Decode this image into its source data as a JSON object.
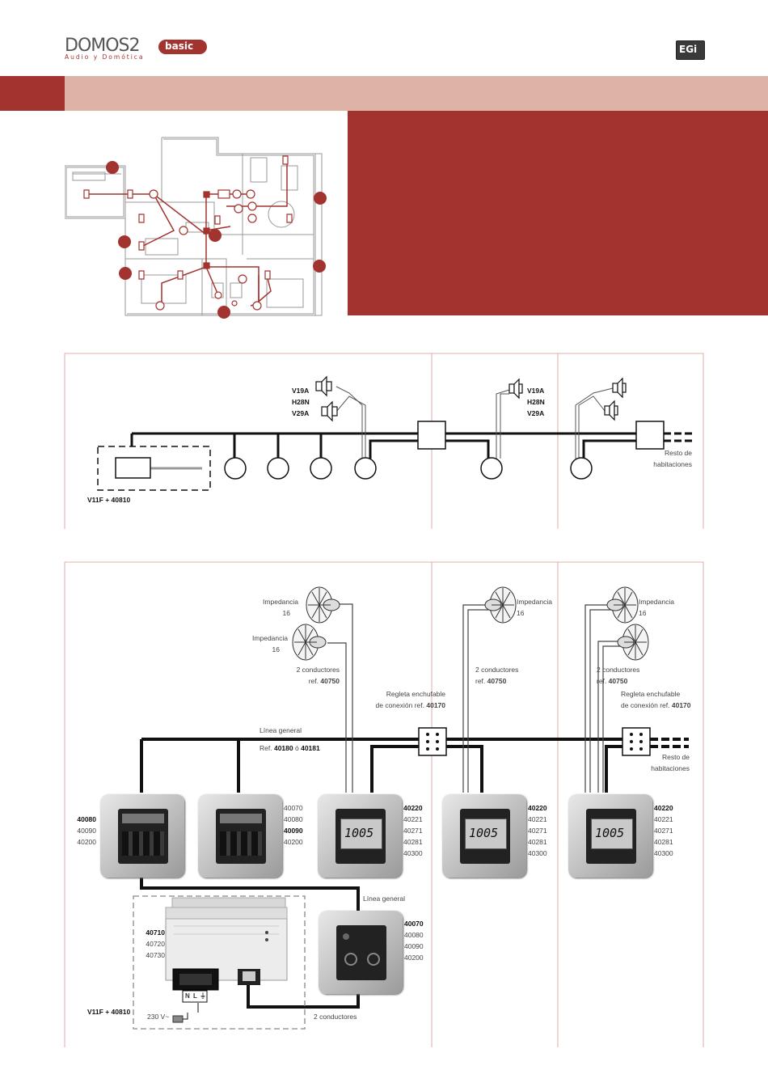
{
  "header": {
    "brand": "DOMOS2",
    "edition": "basic",
    "tagline": "Audio y Domótica",
    "logo_right": "EGi",
    "brand_color": "#a2332f",
    "band_color": "#dcb3a6"
  },
  "diagram1": {
    "speaker_refs_left": [
      "V19A",
      "H28N",
      "V29A"
    ],
    "speaker_refs_right": [
      "V19A",
      "H28N",
      "V29A"
    ],
    "resto": [
      "Resto de",
      "habitaciones"
    ],
    "source_ref": "V11F + 40810"
  },
  "diagram2": {
    "impedance_labels": [
      {
        "id": "imp-1",
        "line1": "Impedancia",
        "line2": "16"
      },
      {
        "id": "imp-2",
        "line1": "Impedancia",
        "line2": "16"
      },
      {
        "id": "imp-3",
        "line1": "Impedancia",
        "line2": "16"
      },
      {
        "id": "imp-4",
        "line1": "Impedancia",
        "line2": "16"
      }
    ],
    "conductores": [
      {
        "id": "cond-1",
        "line1": "2 conductores",
        "line2_prefix": "ref.",
        "ref": "40750"
      },
      {
        "id": "cond-2",
        "line1": "2 conductores",
        "line2_prefix": "ref.",
        "ref": "40750"
      },
      {
        "id": "cond-3",
        "line1": "2 conductores",
        "line2_prefix": "ref.",
        "ref": "40750"
      }
    ],
    "regleta": [
      {
        "id": "regleta-1",
        "line1": "Regleta enchufable",
        "line2_prefix": "de conexión ref.",
        "ref": "40170"
      },
      {
        "id": "regleta-2",
        "line1": "Regleta enchufable",
        "line2_prefix": "de conexión ref.",
        "ref": "40170"
      }
    ],
    "linea_general": "Línea general",
    "linea_ref_prefix": "Ref.",
    "linea_ref_a": "40180",
    "linea_ref_mid": "ó",
    "linea_ref_b": "40181",
    "resto": [
      "Resto de",
      "habitaciones"
    ],
    "linea_general_2": "Línea general",
    "dos_conductores": "2 conductores",
    "v230": "230 V~",
    "source_ref": "V11F + 40810",
    "terminals": [
      "N",
      "L",
      "⏚"
    ],
    "display_digits": "1005",
    "module_codes": {
      "m1": {
        "bold": "40080",
        "rest": [
          "40090",
          "40200"
        ]
      },
      "m2": {
        "bold_index": 2,
        "list": [
          "40070",
          "40080",
          "40090",
          "40200"
        ]
      },
      "m3": {
        "bold": "40220",
        "rest": [
          "40221",
          "40271",
          "40281",
          "40300"
        ]
      },
      "m4": {
        "bold": "40220",
        "rest": [
          "40221",
          "40271",
          "40281",
          "40300"
        ]
      },
      "m5": {
        "bold": "40220",
        "rest": [
          "40221",
          "40271",
          "40281",
          "40300"
        ]
      },
      "m6": {
        "bold": "40070",
        "rest": [
          "40080",
          "40090",
          "40200"
        ]
      },
      "psu": {
        "bold": "40710",
        "rest": [
          "40720",
          "40730"
        ]
      }
    }
  }
}
